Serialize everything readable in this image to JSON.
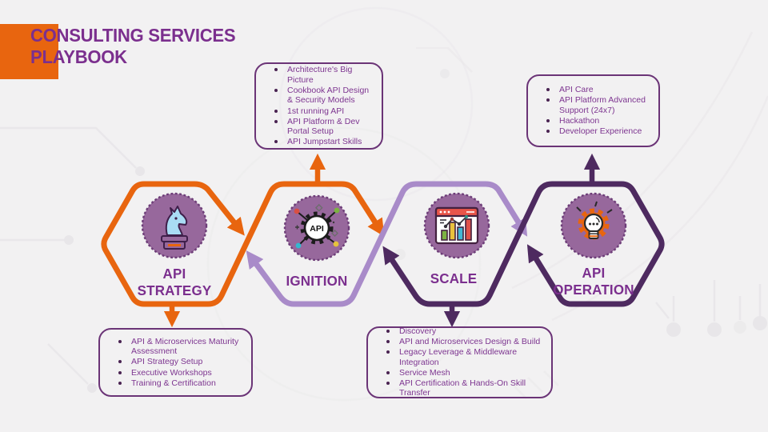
{
  "header": {
    "title_line1": "CONSULTING SERVICES",
    "title_line2": "PLAYBOOK"
  },
  "stages": [
    {
      "line1": "API",
      "line2": "STRATEGY",
      "icon": "chess-knight-icon"
    },
    {
      "line1": "IGNITION",
      "line2": "",
      "icon": "api-gear-network-icon",
      "icon_text": "API"
    },
    {
      "line1": "SCALE",
      "line2": "",
      "icon": "analytics-dashboard-icon"
    },
    {
      "line1": "API",
      "line2": "OPERATION",
      "icon": "gear-lightbulb-icon"
    }
  ],
  "callouts": {
    "ignition": {
      "items": [
        "Architecture's Big Picture",
        "Cookbook API Design & Security Models",
        "1st running API",
        "API Platform & Dev Portal Setup",
        "API Jumpstart Skills"
      ]
    },
    "operation": {
      "items": [
        "API Care",
        "API Platform Advanced Support (24x7)",
        "Hackathon",
        "Developer Experience"
      ]
    },
    "strategy": {
      "items": [
        "API & Microservices Maturity Assessment",
        "API Strategy Setup",
        "Executive Workshops",
        "Training & Certification"
      ]
    },
    "scale": {
      "items": [
        "Discovery",
        "API and Microservices Design & Build",
        "Legacy Leverage & Middleware Integration",
        "Service Mesh",
        "API Certification & Hands-On Skill Transfer"
      ]
    }
  },
  "colors": {
    "orange": "#E8650F",
    "lavender": "#A98BC9",
    "dark_purple": "#4E2A60",
    "heading_purple": "#7B2F8E",
    "icon_circle": "#97689C",
    "icon_circle_border": "#6D3D78",
    "background": "#F2F1F2"
  }
}
